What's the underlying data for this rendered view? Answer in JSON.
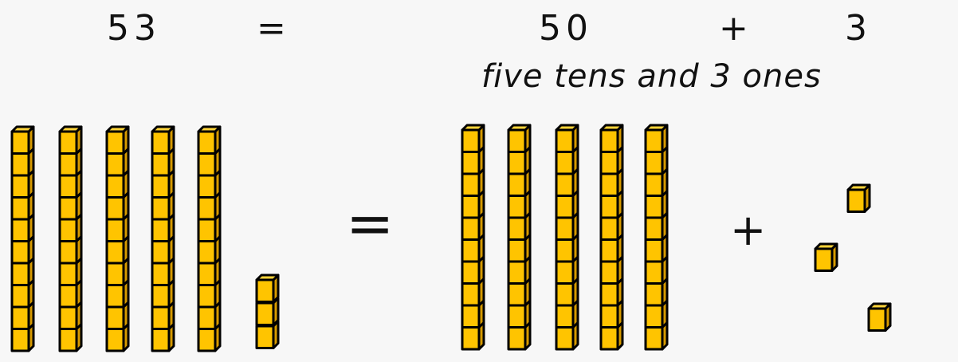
{
  "equation": {
    "left": "53",
    "equals": "=",
    "tens_value": "50",
    "plus": "+",
    "ones_value": "3"
  },
  "caption": "five tens and 3 ones",
  "blocks_row": {
    "equals": "=",
    "plus": "+"
  },
  "colors": {
    "cube_front": "#FFC400",
    "cube_top": "#FFD53A",
    "cube_side": "#D69A00",
    "outline": "#000000",
    "background": "#f7f7f7"
  },
  "base_ten": {
    "left_group": {
      "tens_rods": 5,
      "ones_cubes": 3,
      "rod_cubes": 10
    },
    "right_group": {
      "tens_rods": 5,
      "ones_cubes": 3,
      "rod_cubes": 10
    }
  }
}
